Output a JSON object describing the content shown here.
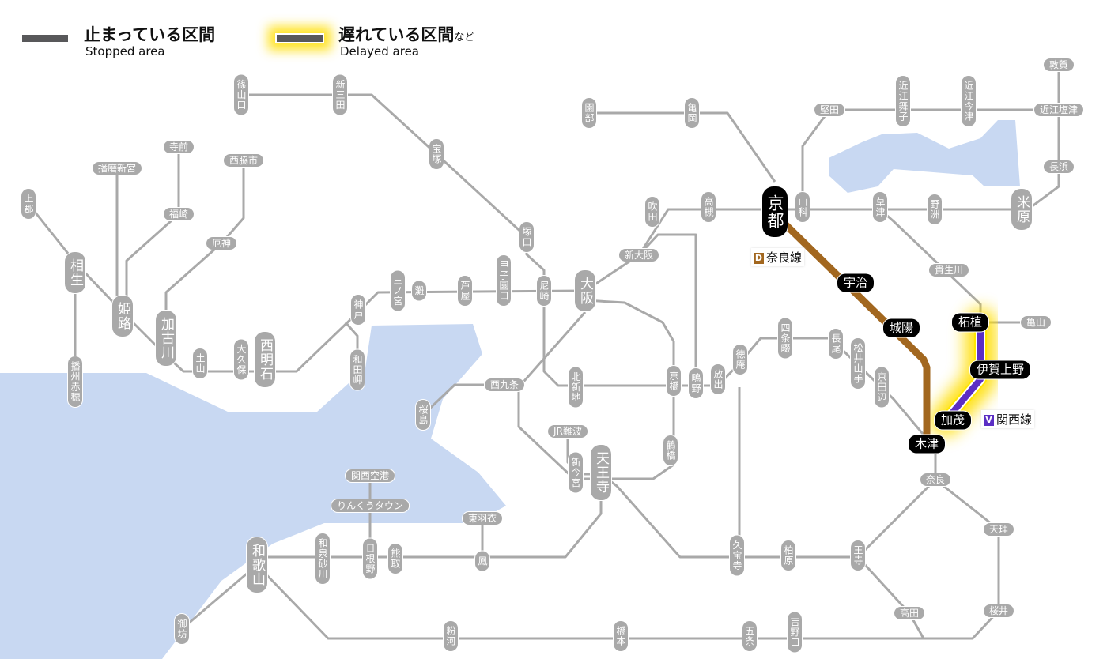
{
  "legend": {
    "stopped": {
      "jp": "止まっている区間",
      "en": "Stopped area"
    },
    "delayed": {
      "jp": "遅れている区間",
      "jp_suffix": "など",
      "en": "Delayed area"
    }
  },
  "colors": {
    "line": "#a9a9a9",
    "water": "#c8d8f2",
    "nara_line": "#a2671f",
    "kansai_line": "#5b2ec4",
    "glow": "#ffde00",
    "stopped": "#58585a"
  },
  "line_labels": [
    {
      "code": "D",
      "name": "奈良線",
      "color": "#a2671f"
    },
    {
      "code": "V",
      "name": "関西線",
      "color": "#5b2ec4"
    }
  ],
  "stations": [
    {
      "name": "篠山口",
      "type": "gray"
    },
    {
      "name": "新三田",
      "type": "gray"
    },
    {
      "name": "宝塚",
      "type": "gray"
    },
    {
      "name": "播磨新宮",
      "type": "gray"
    },
    {
      "name": "寺前",
      "type": "gray"
    },
    {
      "name": "西脇市",
      "type": "gray"
    },
    {
      "name": "上郡",
      "type": "gray"
    },
    {
      "name": "福崎",
      "type": "gray"
    },
    {
      "name": "相生",
      "type": "major"
    },
    {
      "name": "姫路",
      "type": "major"
    },
    {
      "name": "厄神",
      "type": "gray"
    },
    {
      "name": "加古川",
      "type": "major"
    },
    {
      "name": "土山",
      "type": "gray"
    },
    {
      "name": "大久保",
      "type": "gray"
    },
    {
      "name": "西明石",
      "type": "major"
    },
    {
      "name": "神戸",
      "type": "gray"
    },
    {
      "name": "和田岬",
      "type": "gray"
    },
    {
      "name": "播州赤穂",
      "type": "gray"
    },
    {
      "name": "三ノ宮",
      "type": "gray"
    },
    {
      "name": "灘",
      "type": "gray"
    },
    {
      "name": "芦屋",
      "type": "gray"
    },
    {
      "name": "甲子園口",
      "type": "gray"
    },
    {
      "name": "尼崎",
      "type": "gray"
    },
    {
      "name": "大阪",
      "type": "major"
    },
    {
      "name": "塚口",
      "type": "gray"
    },
    {
      "name": "新大阪",
      "type": "gray"
    },
    {
      "name": "吹田",
      "type": "gray"
    },
    {
      "name": "高槻",
      "type": "gray"
    },
    {
      "name": "園部",
      "type": "gray"
    },
    {
      "name": "亀岡",
      "type": "gray"
    },
    {
      "name": "京都",
      "type": "stopped-major"
    },
    {
      "name": "山科",
      "type": "gray"
    },
    {
      "name": "堅田",
      "type": "gray"
    },
    {
      "name": "近江舞子",
      "type": "gray"
    },
    {
      "name": "近江今津",
      "type": "gray"
    },
    {
      "name": "近江塩津",
      "type": "gray"
    },
    {
      "name": "敦賀",
      "type": "gray"
    },
    {
      "name": "長浜",
      "type": "gray"
    },
    {
      "name": "米原",
      "type": "major"
    },
    {
      "name": "草津",
      "type": "gray"
    },
    {
      "name": "野洲",
      "type": "gray"
    },
    {
      "name": "貴生川",
      "type": "gray"
    },
    {
      "name": "亀山",
      "type": "gray"
    },
    {
      "name": "西九条",
      "type": "gray"
    },
    {
      "name": "桜島",
      "type": "gray"
    },
    {
      "name": "北新地",
      "type": "gray"
    },
    {
      "name": "京橋",
      "type": "gray"
    },
    {
      "name": "鴫野",
      "type": "gray"
    },
    {
      "name": "放出",
      "type": "gray"
    },
    {
      "name": "徳庵",
      "type": "gray"
    },
    {
      "name": "四条畷",
      "type": "gray"
    },
    {
      "name": "長尾",
      "type": "gray"
    },
    {
      "name": "松井山手",
      "type": "gray"
    },
    {
      "name": "京田辺",
      "type": "gray"
    },
    {
      "name": "JR難波",
      "type": "gray"
    },
    {
      "name": "新今宮",
      "type": "gray"
    },
    {
      "name": "天王寺",
      "type": "major"
    },
    {
      "name": "鶴橋",
      "type": "gray"
    },
    {
      "name": "関西空港",
      "type": "gray"
    },
    {
      "name": "りんくうタウン",
      "type": "gray"
    },
    {
      "name": "東羽衣",
      "type": "gray"
    },
    {
      "name": "鳳",
      "type": "gray"
    },
    {
      "name": "和泉砂川",
      "type": "gray"
    },
    {
      "name": "日根野",
      "type": "gray"
    },
    {
      "name": "熊取",
      "type": "gray"
    },
    {
      "name": "和歌山",
      "type": "major"
    },
    {
      "name": "久宝寺",
      "type": "gray"
    },
    {
      "name": "柏原",
      "type": "gray"
    },
    {
      "name": "王寺",
      "type": "gray"
    },
    {
      "name": "奈良",
      "type": "gray"
    },
    {
      "name": "天理",
      "type": "gray"
    },
    {
      "name": "高田",
      "type": "gray"
    },
    {
      "name": "桜井",
      "type": "gray"
    },
    {
      "name": "御坊",
      "type": "gray"
    },
    {
      "name": "粉河",
      "type": "gray"
    },
    {
      "name": "橋本",
      "type": "gray"
    },
    {
      "name": "五条",
      "type": "gray"
    },
    {
      "name": "吉野口",
      "type": "gray"
    },
    {
      "name": "宇治",
      "type": "stopped"
    },
    {
      "name": "城陽",
      "type": "stopped"
    },
    {
      "name": "木津",
      "type": "stopped"
    },
    {
      "name": "柘植",
      "type": "stopped"
    },
    {
      "name": "伊賀上野",
      "type": "stopped"
    },
    {
      "name": "加茂",
      "type": "stopped"
    }
  ]
}
